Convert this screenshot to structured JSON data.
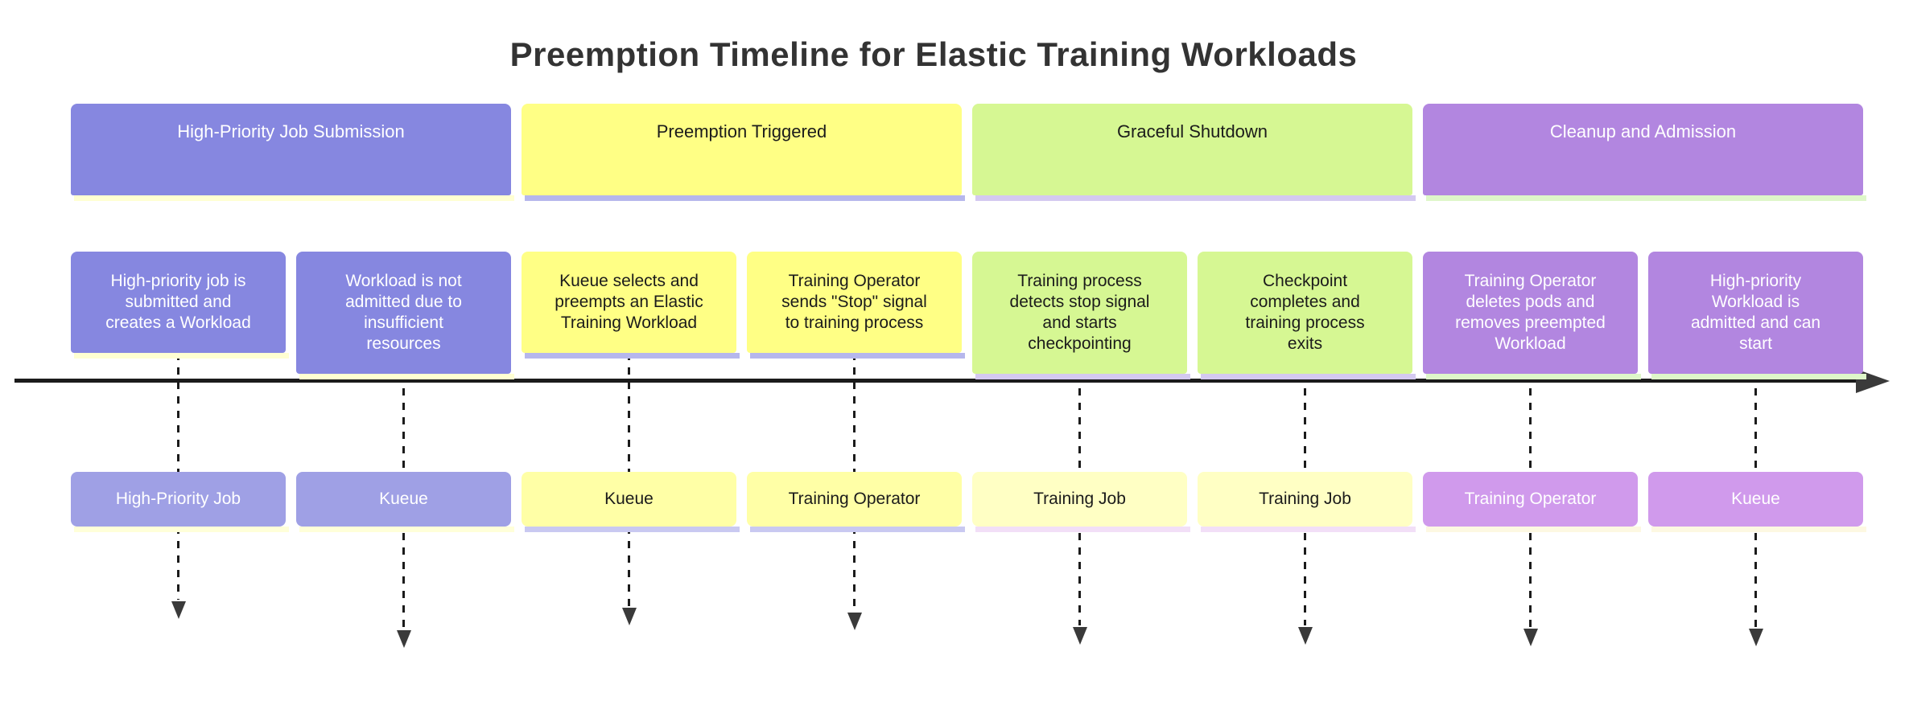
{
  "title": "Preemption Timeline for Elastic Training Workloads",
  "axis": {
    "line_color": "#1b1b1b",
    "arrow_color": "#3a3a3a",
    "dash_color": "#1b1b1b"
  },
  "sections": [
    {
      "label": "High-Priority Job Submission",
      "fill": "#8687e0",
      "text_color": "#ffffff",
      "shadow": "#ffffd2",
      "actor_fill": "#9fa0e5",
      "actor_text_color": "#ffffff",
      "actor_shadow": "#ffffd9"
    },
    {
      "label": "Preemption Triggered",
      "fill": "#ffff85",
      "text_color": "#1b1b1b",
      "shadow": "#b6b7ec",
      "actor_fill": "#ffffa6",
      "actor_text_color": "#1b1b1b",
      "actor_shadow": "#c9c9f1"
    },
    {
      "label": "Graceful Shutdown",
      "fill": "#d6f793",
      "text_color": "#1b1b1b",
      "shadow": "#d4c9f0",
      "actor_fill": "#ffffc4",
      "actor_text_color": "#1b1b1b",
      "actor_shadow": "#f2dff7"
    },
    {
      "label": "Cleanup and Admission",
      "fill": "#b286e0",
      "text_color": "#ffffff",
      "shadow": "#def7c9",
      "actor_fill": "#d09aec",
      "actor_text_color": "#ffffff",
      "actor_shadow": "#fdf8e2"
    }
  ],
  "columns": [
    {
      "section": 0,
      "event_lines": [
        "High-priority job is",
        "submitted and",
        "creates a Workload"
      ],
      "actor": "High-Priority Job"
    },
    {
      "section": 0,
      "event_lines": [
        "Workload is not",
        "admitted due to",
        "insufficient",
        "resources"
      ],
      "actor": "Kueue"
    },
    {
      "section": 1,
      "event_lines": [
        "Kueue selects and",
        "preempts an Elastic",
        "Training Workload"
      ],
      "actor": "Kueue"
    },
    {
      "section": 1,
      "event_lines": [
        "Training Operator",
        "sends \"Stop\" signal",
        "to training process"
      ],
      "actor": "Training Operator"
    },
    {
      "section": 2,
      "event_lines": [
        "Training process",
        "detects stop signal",
        "and starts",
        "checkpointing"
      ],
      "actor": "Training Job"
    },
    {
      "section": 2,
      "event_lines": [
        "Checkpoint",
        "completes and",
        "training process",
        "exits"
      ],
      "actor": "Training Job"
    },
    {
      "section": 3,
      "event_lines": [
        "Training Operator",
        "deletes pods and",
        "removes preempted",
        "Workload"
      ],
      "actor": "Training Operator"
    },
    {
      "section": 3,
      "event_lines": [
        "High-priority",
        "Workload is",
        "admitted and can",
        "start"
      ],
      "actor": "Kueue"
    }
  ]
}
